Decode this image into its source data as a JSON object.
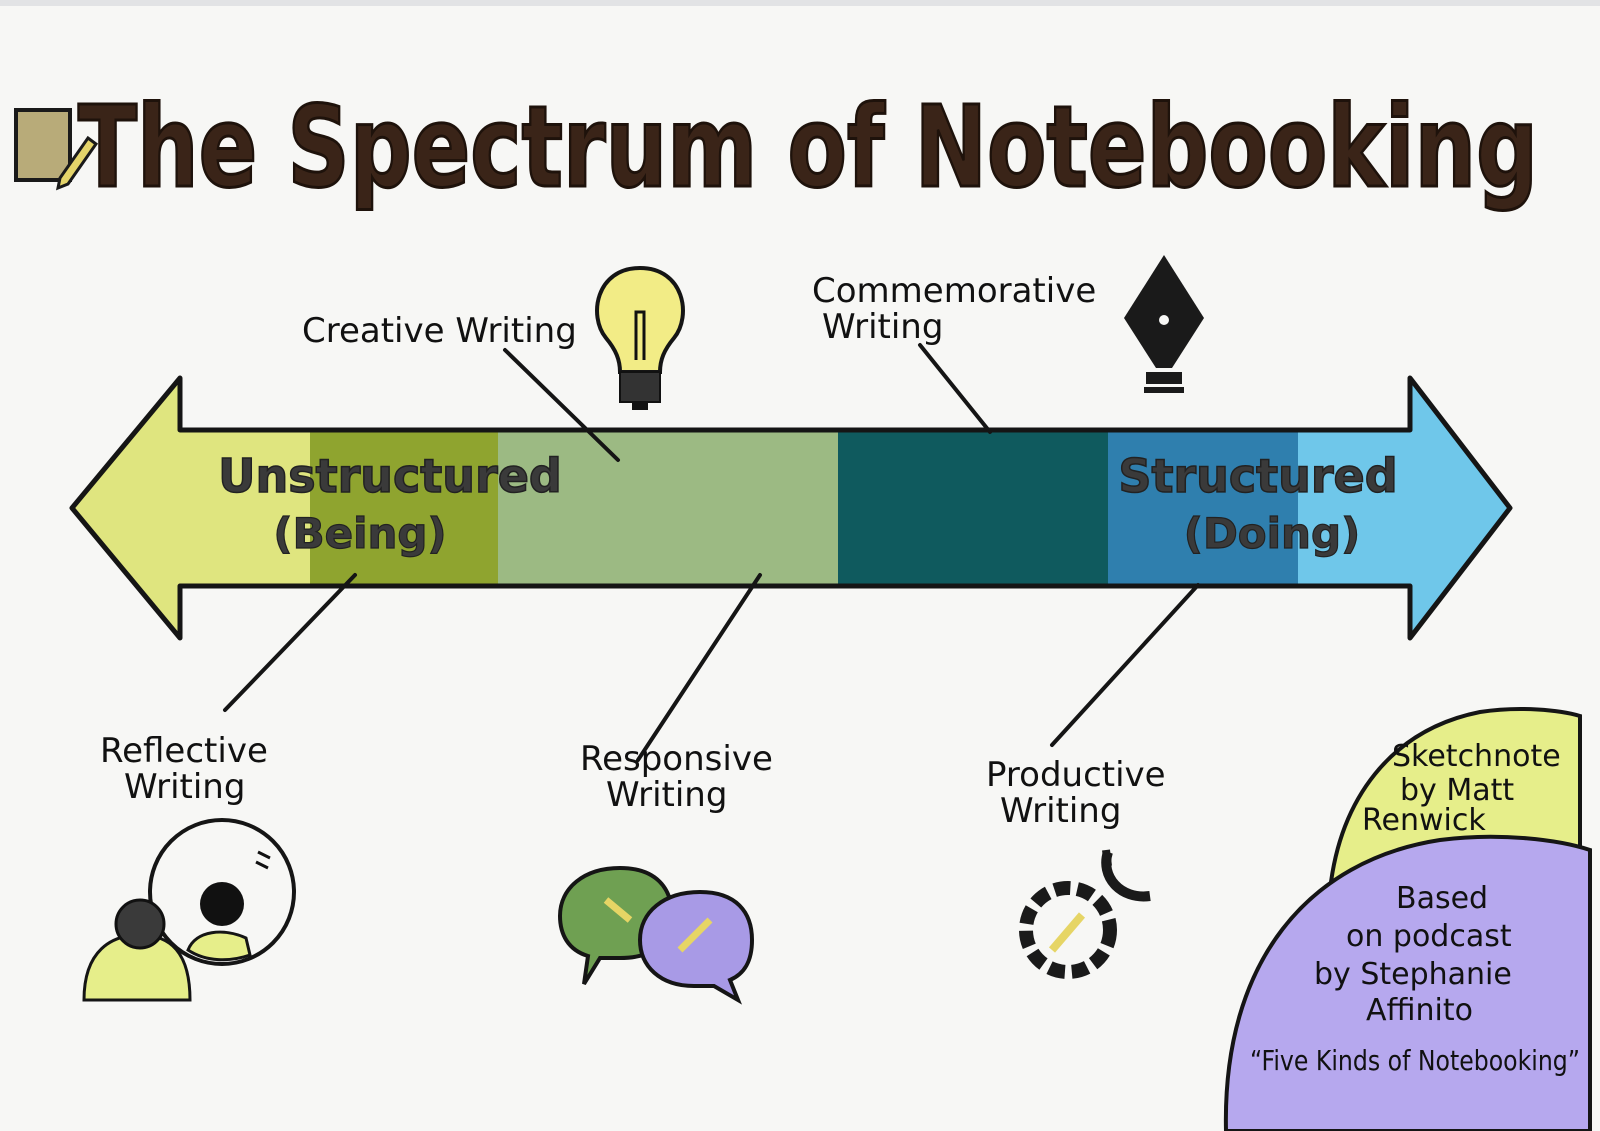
{
  "title": "The Spectrum of Notebooking",
  "spectrum": {
    "left_label": "Unstructured",
    "left_sub": "(Being)",
    "right_label": "Structured",
    "right_sub": "(Doing)"
  },
  "kinds": {
    "creative": "Creative Writing",
    "commemorative_1": "Commemorative",
    "commemorative_2": "Writing",
    "reflective_1": "Reflective",
    "reflective_2": "Writing",
    "responsive_1": "Responsive",
    "responsive_2": "Writing",
    "productive_1": "Productive",
    "productive_2": "Writing"
  },
  "credits": {
    "sketch_1": "Sketchnote",
    "sketch_2": "by Matt",
    "sketch_3": "Renwick",
    "based_1": "Based",
    "based_2": "on podcast",
    "based_3": "by Stephanie",
    "based_4": "Affinito",
    "based_5": "“Five Kinds of Notebooking”"
  },
  "colors": {
    "title": "#3a2418",
    "seg_lime": "#dfe57f",
    "seg_olive": "#8fa42f",
    "seg_sage": "#9cba83",
    "seg_teal_dark": "#0f5a5e",
    "seg_blue": "#2f7fae",
    "seg_sky": "#6fc7ea",
    "credit_yellow": "#e6ee8a",
    "credit_purple": "#b6a8ee"
  },
  "icons": [
    "notepad-pencil-icon",
    "lightbulb-icon",
    "fountain-pen-icon",
    "people-thinking-icon",
    "speech-bubbles-icon",
    "gear-pencil-icon"
  ]
}
